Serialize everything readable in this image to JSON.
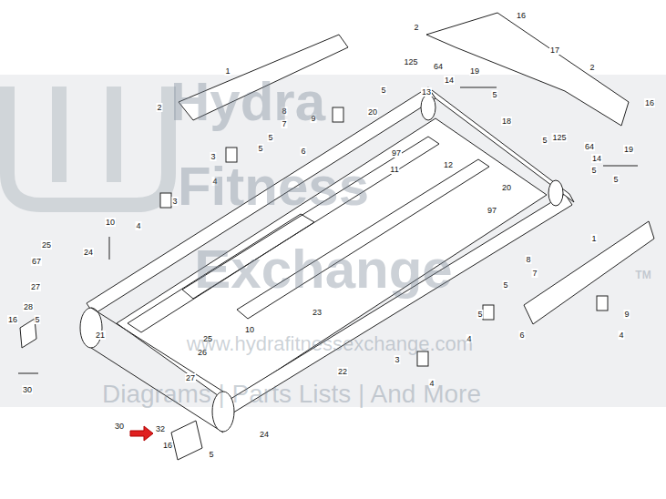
{
  "diagram": {
    "labels": [
      "1",
      "2",
      "8",
      "7",
      "9",
      "5",
      "5",
      "6",
      "3",
      "4",
      "97",
      "11",
      "12",
      "13",
      "18",
      "20",
      "5",
      "125",
      "64",
      "19",
      "14",
      "5",
      "2",
      "16",
      "17",
      "2",
      "16",
      "5",
      "125",
      "64",
      "19",
      "14",
      "5",
      "5",
      "20",
      "97",
      "1",
      "3",
      "4",
      "10",
      "25",
      "24",
      "67",
      "27",
      "8",
      "7",
      "5",
      "5",
      "9",
      "4",
      "6",
      "4",
      "28",
      "16",
      "5",
      "21",
      "23",
      "25",
      "26",
      "10",
      "27",
      "30",
      "22",
      "3",
      "4",
      "24",
      "30",
      "32",
      "16",
      "5",
      "Hydra",
      "Fitness",
      "Exchange",
      "TM",
      "www.hydrafitnessexchange.com",
      "Diagrams | Parts Lists | And More"
    ]
  }
}
